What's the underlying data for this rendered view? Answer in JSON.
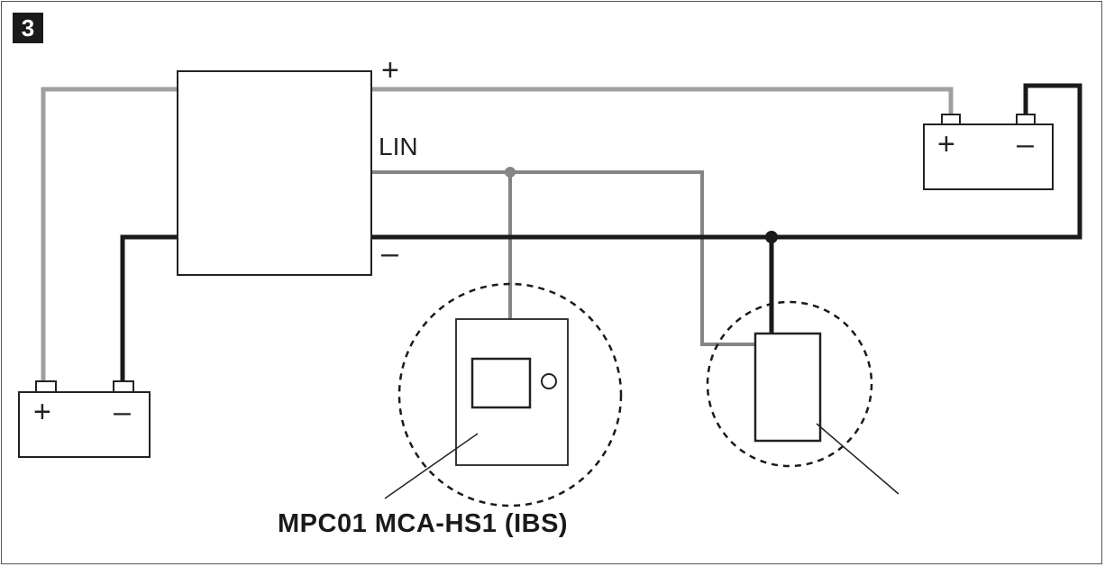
{
  "figure": {
    "number": "3"
  },
  "labels": {
    "plus_terminal": "+",
    "lin_terminal": "LIN",
    "minus_terminal": "–"
  },
  "batteries": {
    "left": {
      "plus": "+",
      "minus": "–"
    },
    "right": {
      "plus": "+",
      "minus": "–"
    }
  },
  "caption": "MPC01 MCA-HS1 (IBS)",
  "colors": {
    "positive_wire": "#a0a0a0",
    "lin_wire": "#858585",
    "negative_wire": "#1a1a1a",
    "outline": "#222222"
  }
}
